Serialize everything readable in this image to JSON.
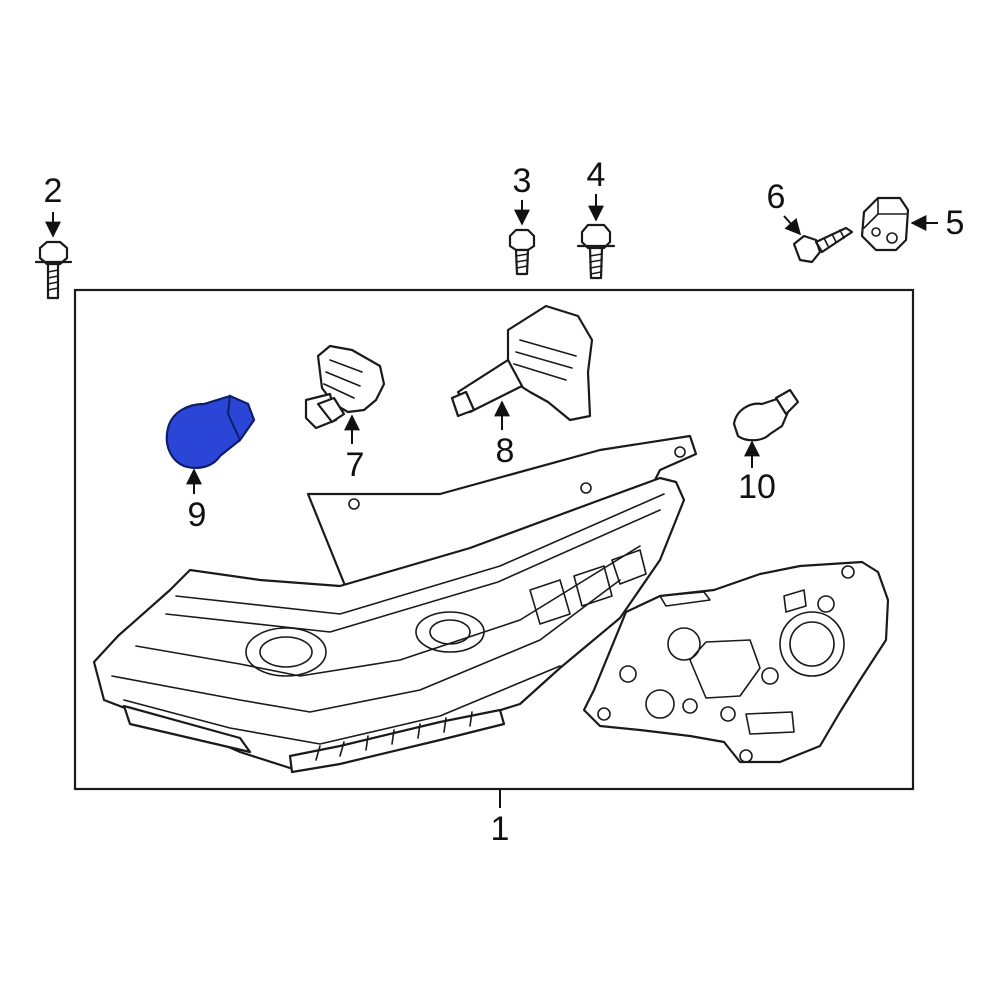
{
  "callouts": {
    "c1": "1",
    "c2": "2",
    "c3": "3",
    "c4": "4",
    "c5": "5",
    "c6": "6",
    "c7": "7",
    "c8": "8",
    "c9": "9",
    "c10": "10"
  },
  "colors": {
    "highlight": "#2b46d6",
    "line": "#1a1a1a",
    "background": "#ffffff"
  }
}
